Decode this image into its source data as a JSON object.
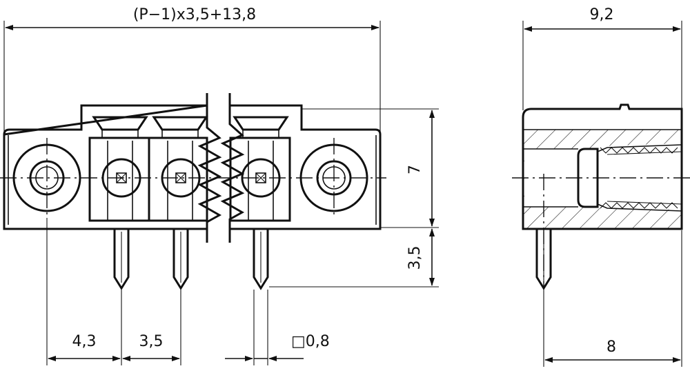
{
  "dimensions": {
    "total_length": "(P−1)x3,5+13,8",
    "depth": "9,2",
    "height": "7",
    "pin_length": "3,5",
    "first_pin_offset": "4,3",
    "pitch": "3,5",
    "pin_section": "□0,8",
    "side_width": "8"
  },
  "icons": {
    "square_symbol": "square-section-icon"
  }
}
